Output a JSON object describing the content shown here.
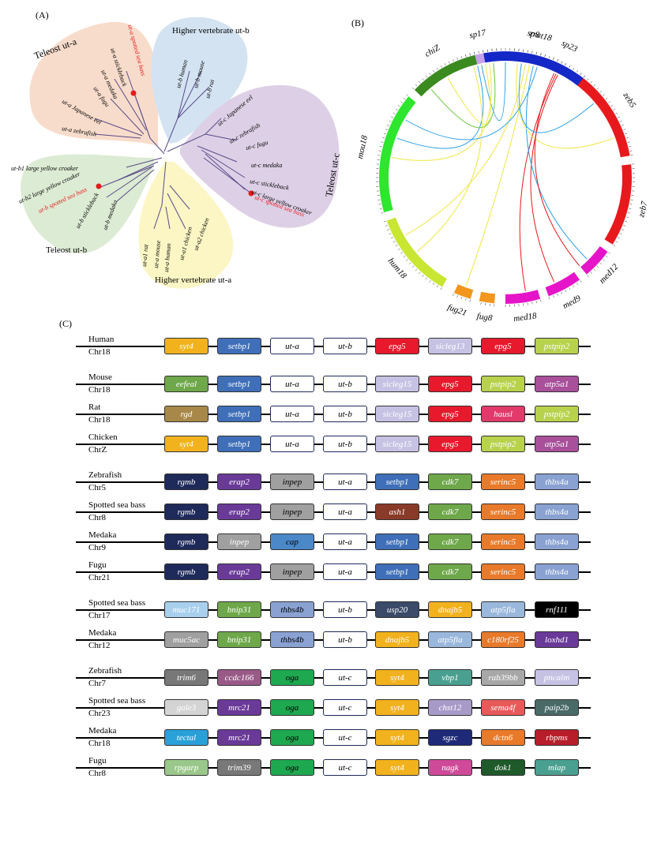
{
  "panel_a": {
    "label": "(A)",
    "groups": [
      {
        "title": "Teleost ut-a",
        "color": "#f8dccb"
      },
      {
        "title": "Higher vertebrate ut-b",
        "color": "#d3e3f2"
      },
      {
        "title": "Teleost ut-c",
        "color": "#ddd0e6"
      },
      {
        "title": "Teleost ut-b",
        "color": "#dcebd3"
      },
      {
        "title": "Higher vertebrate ut-a",
        "color": "#fbf6c4"
      }
    ],
    "leaves": [
      "ut-a spotted sea bass",
      "ut-a stickleback",
      "ut-a medaka",
      "ut-a fugu",
      "ut-a Japanese eel",
      "ut-a zebrafish",
      "ut-b human",
      "ut-b mouse",
      "ut-b rat",
      "ut-c Japanese eel",
      "ut-c zebrafish",
      "ut-c fugu",
      "ut-c medaka",
      "ut-c stickleback",
      "ut-c large yellow croaker",
      "ut-c spotted sea bass",
      "ut-b1 large yellow croaker",
      "ut-b2 large yellow croaker",
      "ut-b spotted sea bass",
      "ut-b stickleback",
      "ut-b medaka",
      "ut-a1 rat",
      "ut-a mouse",
      "ut-a human",
      "ut-a1 chicken",
      "ut-a2 chicken"
    ]
  },
  "panel_b": {
    "label": "(B)",
    "chromosomes": [
      {
        "name": "sp17",
        "color": "#c8a2e8"
      },
      {
        "name": "sp8",
        "color": "#c8a2e8"
      },
      {
        "name": "sp23",
        "color": "#c8a2e8"
      },
      {
        "name": "zeb5",
        "color": "#e8191c"
      },
      {
        "name": "zeb7",
        "color": "#e8191c"
      },
      {
        "name": "med12",
        "color": "#e614c8"
      },
      {
        "name": "med9",
        "color": "#e614c8"
      },
      {
        "name": "med18",
        "color": "#e614c8"
      },
      {
        "name": "fug8",
        "color": "#f2961e"
      },
      {
        "name": "fug21",
        "color": "#f2961e"
      },
      {
        "name": "hum18",
        "color": "#c8e632"
      },
      {
        "name": "mou18",
        "color": "#2ee62e"
      },
      {
        "name": "chiZ",
        "color": "#3b8a1f"
      },
      {
        "name": "rrat18",
        "color": "#1428c8"
      }
    ]
  },
  "panel_c": {
    "label": "(C)",
    "rows": [
      {
        "species": "Human",
        "chr": "Chr18",
        "genes": [
          {
            "name": "syt4",
            "color": "#f2b21e",
            "light": false
          },
          {
            "name": "setbp1",
            "color": "#3f6fb8",
            "light": false
          },
          {
            "name": "ut-a",
            "color": "#ffffff",
            "light": true
          },
          {
            "name": "ut-b",
            "color": "#ffffff",
            "light": true
          },
          {
            "name": "epg5",
            "color": "#e8192c",
            "light": false
          },
          {
            "name": "sicleg13",
            "color": "#c6c2e4",
            "light": false
          },
          {
            "name": "epg5",
            "color": "#e8192c",
            "light": false
          },
          {
            "name": "pstpip2",
            "color": "#b8d24c",
            "light": false
          }
        ]
      },
      {
        "species": "Mouse",
        "chr": "Chr18",
        "genes": [
          {
            "name": "eefeal",
            "color": "#6ea84a",
            "light": false
          },
          {
            "name": "setbp1",
            "color": "#3f6fb8",
            "light": false
          },
          {
            "name": "ut-a",
            "color": "#ffffff",
            "light": true
          },
          {
            "name": "ut-b",
            "color": "#ffffff",
            "light": true
          },
          {
            "name": "sicleg15",
            "color": "#c6c2e4",
            "light": false
          },
          {
            "name": "epg5",
            "color": "#e8192c",
            "light": false
          },
          {
            "name": "pstpip2",
            "color": "#b8d24c",
            "light": false
          },
          {
            "name": "atp5a1",
            "color": "#a8509a",
            "light": false
          }
        ]
      },
      {
        "species": "Rat",
        "chr": "Chr18",
        "genes": [
          {
            "name": "rgd",
            "color": "#a88848",
            "light": false
          },
          {
            "name": "setbp1",
            "color": "#3f6fb8",
            "light": false
          },
          {
            "name": "ut-a",
            "color": "#ffffff",
            "light": true
          },
          {
            "name": "ut-b",
            "color": "#ffffff",
            "light": true
          },
          {
            "name": "sicleg15",
            "color": "#c6c2e4",
            "light": false
          },
          {
            "name": "epg5",
            "color": "#e8192c",
            "light": false
          },
          {
            "name": "hausl",
            "color": "#e23a6a",
            "light": false
          },
          {
            "name": "pstpip2",
            "color": "#b8d24c",
            "light": false
          }
        ]
      },
      {
        "species": "Chicken",
        "chr": "ChrZ",
        "genes": [
          {
            "name": "syt4",
            "color": "#f2b21e",
            "light": false
          },
          {
            "name": "setbp1",
            "color": "#3f6fb8",
            "light": false
          },
          {
            "name": "ut-a",
            "color": "#ffffff",
            "light": true
          },
          {
            "name": "ut-b",
            "color": "#ffffff",
            "light": true
          },
          {
            "name": "sicleg15",
            "color": "#c6c2e4",
            "light": false
          },
          {
            "name": "epg5",
            "color": "#e8192c",
            "light": false
          },
          {
            "name": "pstpip2",
            "color": "#b8d24c",
            "light": false
          },
          {
            "name": "atp5a1",
            "color": "#a8509a",
            "light": false
          }
        ]
      },
      {
        "species": "Zebrafish",
        "chr": "Chr5",
        "genes": [
          {
            "name": "rgmb",
            "color": "#1e2a5a",
            "light": false
          },
          {
            "name": "erap2",
            "color": "#6a3a98",
            "light": false
          },
          {
            "name": "inpep",
            "color": "#a0a0a0",
            "light": true
          },
          {
            "name": "ut-a",
            "color": "#ffffff",
            "light": true
          },
          {
            "name": "setbp1",
            "color": "#3f6fb8",
            "light": false
          },
          {
            "name": "cdk7",
            "color": "#6ea84a",
            "light": false
          },
          {
            "name": "serinc5",
            "color": "#e87a2a",
            "light": false
          },
          {
            "name": "thbs4a",
            "color": "#8aa2d2",
            "light": false
          }
        ]
      },
      {
        "species": "Spotted sea bass",
        "chr": "Chr8",
        "genes": [
          {
            "name": "rgmb",
            "color": "#1e2a5a",
            "light": false
          },
          {
            "name": "erap2",
            "color": "#6a3a98",
            "light": false
          },
          {
            "name": "inpep",
            "color": "#a0a0a0",
            "light": true
          },
          {
            "name": "ut-a",
            "color": "#ffffff",
            "light": true
          },
          {
            "name": "ash1",
            "color": "#8a3a28",
            "light": false
          },
          {
            "name": "cdk7",
            "color": "#6ea84a",
            "light": false
          },
          {
            "name": "serinc5",
            "color": "#e87a2a",
            "light": false
          },
          {
            "name": "thbs4a",
            "color": "#8aa2d2",
            "light": false
          }
        ]
      },
      {
        "species": "Medaka",
        "chr": "Chr9",
        "genes": [
          {
            "name": "rgmb",
            "color": "#1e2a5a",
            "light": false
          },
          {
            "name": "inpep",
            "color": "#a0a0a0",
            "light": false
          },
          {
            "name": "cap",
            "color": "#4a88c8",
            "light": true
          },
          {
            "name": "ut-a",
            "color": "#ffffff",
            "light": true
          },
          {
            "name": "setbp1",
            "color": "#3f6fb8",
            "light": false
          },
          {
            "name": "cdk7",
            "color": "#6ea84a",
            "light": false
          },
          {
            "name": "serinc5",
            "color": "#e87a2a",
            "light": false
          },
          {
            "name": "thbs4a",
            "color": "#8aa2d2",
            "light": false
          }
        ]
      },
      {
        "species": "Fugu",
        "chr": "Chr21",
        "genes": [
          {
            "name": "rgmb",
            "color": "#1e2a5a",
            "light": false
          },
          {
            "name": "erap2",
            "color": "#6a3a98",
            "light": false
          },
          {
            "name": "inpep",
            "color": "#a0a0a0",
            "light": true
          },
          {
            "name": "ut-a",
            "color": "#ffffff",
            "light": true
          },
          {
            "name": "setbp1",
            "color": "#3f6fb8",
            "light": false
          },
          {
            "name": "cdk7",
            "color": "#6ea84a",
            "light": false
          },
          {
            "name": "serinc5",
            "color": "#e87a2a",
            "light": false
          },
          {
            "name": "thbs4a",
            "color": "#8aa2d2",
            "light": false
          }
        ]
      },
      {
        "species": "Spotted sea bass",
        "chr": "Chr17",
        "genes": [
          {
            "name": "muc171",
            "color": "#a8d0ee",
            "light": false
          },
          {
            "name": "bnip31",
            "color": "#6ea84a",
            "light": false
          },
          {
            "name": "thbs4b",
            "color": "#8aa2d2",
            "light": true
          },
          {
            "name": "ut-b",
            "color": "#ffffff",
            "light": true
          },
          {
            "name": "usp20",
            "color": "#3a4a68",
            "light": false
          },
          {
            "name": "dnajb5",
            "color": "#f2b21e",
            "light": false
          },
          {
            "name": "atp5fla",
            "color": "#9ab8dc",
            "light": false
          },
          {
            "name": "rnf111",
            "color": "#000000",
            "light": false
          }
        ]
      },
      {
        "species": "Medaka",
        "chr": "Chr12",
        "genes": [
          {
            "name": "muc5ac",
            "color": "#a0a0a0",
            "light": false
          },
          {
            "name": "bnip31",
            "color": "#6ea84a",
            "light": false
          },
          {
            "name": "thbs4b",
            "color": "#8aa2d2",
            "light": true
          },
          {
            "name": "ut-b",
            "color": "#ffffff",
            "light": true
          },
          {
            "name": "dnajb5",
            "color": "#f2b21e",
            "light": false
          },
          {
            "name": "atp5fla",
            "color": "#9ab8dc",
            "light": false
          },
          {
            "name": "c180rf25",
            "color": "#e87a2a",
            "light": false
          },
          {
            "name": "loxhd1",
            "color": "#6a3a98",
            "light": false
          }
        ]
      },
      {
        "species": "Zebrafish",
        "chr": "Chr7",
        "genes": [
          {
            "name": "trim6",
            "color": "#787878",
            "light": false
          },
          {
            "name": "ccdc166",
            "color": "#9a5a88",
            "light": false
          },
          {
            "name": "oga",
            "color": "#1ea850",
            "light": true
          },
          {
            "name": "ut-c",
            "color": "#ffffff",
            "light": true
          },
          {
            "name": "syt4",
            "color": "#f2b21e",
            "light": false
          },
          {
            "name": "vbp1",
            "color": "#4aa090",
            "light": false
          },
          {
            "name": "rab39bb",
            "color": "#a8a8a8",
            "light": false
          },
          {
            "name": "pncalm",
            "color": "#c6c2e4",
            "light": false
          }
        ]
      },
      {
        "species": "Spotted sea bass",
        "chr": "Chr23",
        "genes": [
          {
            "name": "gale3",
            "color": "#d4d4d4",
            "light": false
          },
          {
            "name": "mrc21",
            "color": "#6a3a98",
            "light": false
          },
          {
            "name": "oga",
            "color": "#1ea850",
            "light": true
          },
          {
            "name": "ut-c",
            "color": "#ffffff",
            "light": true
          },
          {
            "name": "syt4",
            "color": "#f2b21e",
            "light": false
          },
          {
            "name": "chst12",
            "color": "#a89ac8",
            "light": false
          },
          {
            "name": "sema4f",
            "color": "#e85a5a",
            "light": false
          },
          {
            "name": "paip2b",
            "color": "#4a6a68",
            "light": false
          }
        ]
      },
      {
        "species": "Medaka",
        "chr": "Chr18",
        "genes": [
          {
            "name": "tectal",
            "color": "#2aa0d8",
            "light": false
          },
          {
            "name": "mrc21",
            "color": "#6a3a98",
            "light": false
          },
          {
            "name": "oga",
            "color": "#1ea850",
            "light": true
          },
          {
            "name": "ut-c",
            "color": "#ffffff",
            "light": true
          },
          {
            "name": "syt4",
            "color": "#f2b21e",
            "light": false
          },
          {
            "name": "sgzc",
            "color": "#1e2a78",
            "light": false
          },
          {
            "name": "dctn6",
            "color": "#e87a2a",
            "light": false
          },
          {
            "name": "rbpms",
            "color": "#b81e2a",
            "light": false
          }
        ]
      },
      {
        "species": "Fugu",
        "chr": "Chr8",
        "genes": [
          {
            "name": "rpgarp",
            "color": "#9ac88a",
            "light": false
          },
          {
            "name": "trim39",
            "color": "#787878",
            "light": false
          },
          {
            "name": "oga",
            "color": "#1ea850",
            "light": true
          },
          {
            "name": "ut-c",
            "color": "#ffffff",
            "light": true
          },
          {
            "name": "syt4",
            "color": "#f2b21e",
            "light": false
          },
          {
            "name": "nagk",
            "color": "#d04a9a",
            "light": false
          },
          {
            "name": "dok1",
            "color": "#1e5a2a",
            "light": false
          },
          {
            "name": "mlap",
            "color": "#4aa090",
            "light": false
          }
        ]
      }
    ]
  }
}
